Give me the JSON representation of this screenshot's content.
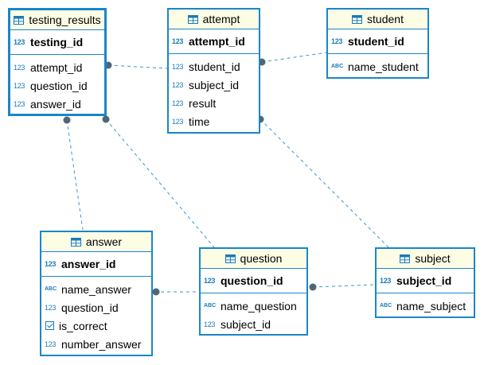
{
  "entities": {
    "testing_results": {
      "title": "testing_results",
      "pk": {
        "type": "123",
        "name": "testing_id"
      },
      "fields": [
        {
          "type": "123",
          "name": "attempt_id"
        },
        {
          "type": "123",
          "name": "question_id"
        },
        {
          "type": "123",
          "name": "answer_id"
        }
      ]
    },
    "attempt": {
      "title": "attempt",
      "pk": {
        "type": "123",
        "name": "attempt_id"
      },
      "fields": [
        {
          "type": "123",
          "name": "student_id"
        },
        {
          "type": "123",
          "name": "subject_id"
        },
        {
          "type": "123",
          "name": "result"
        },
        {
          "type": "123",
          "name": "time"
        }
      ]
    },
    "student": {
      "title": "student",
      "pk": {
        "type": "123",
        "name": "student_id"
      },
      "fields": [
        {
          "type": "ABC",
          "name": "name_student"
        }
      ]
    },
    "answer": {
      "title": "answer",
      "pk": {
        "type": "123",
        "name": "answer_id"
      },
      "fields": [
        {
          "type": "ABC",
          "name": "name_answer"
        },
        {
          "type": "123",
          "name": "question_id"
        },
        {
          "type": "bool",
          "name": "is_correct"
        },
        {
          "type": "123",
          "name": "number_answer"
        }
      ]
    },
    "question": {
      "title": "question",
      "pk": {
        "type": "123",
        "name": "question_id"
      },
      "fields": [
        {
          "type": "ABC",
          "name": "name_question"
        },
        {
          "type": "123",
          "name": "subject_id"
        }
      ]
    },
    "subject": {
      "title": "subject",
      "pk": {
        "type": "123",
        "name": "subject_id"
      },
      "fields": [
        {
          "type": "ABC",
          "name": "name_subject"
        }
      ]
    }
  },
  "colors": {
    "border": "#1a86c8",
    "header_bg": "#fdfde6",
    "link": "#3a95c9",
    "endpoint": "#4e6677"
  }
}
